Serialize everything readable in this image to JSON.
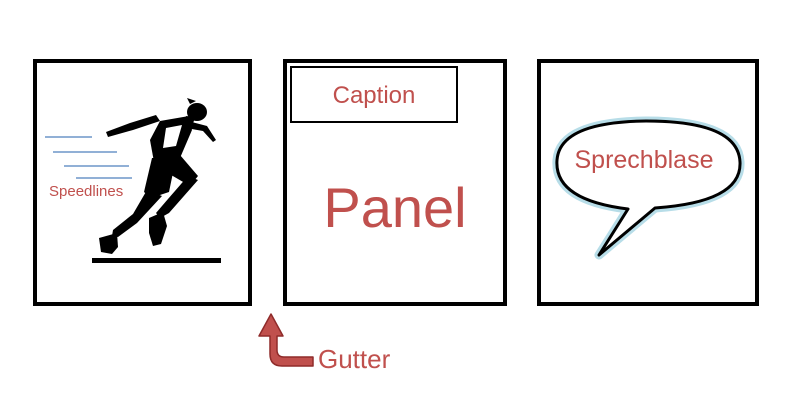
{
  "labels": {
    "speedlines": "Speedlines",
    "caption": "Caption",
    "panel": "Panel",
    "speech_bubble": "Sprechblase",
    "gutter": "Gutter"
  },
  "colors": {
    "label_red": "#c0504d",
    "gutter_arrow": "#c0504d",
    "speed_line": "#4f81bd",
    "bubble_outline": "#000000",
    "bubble_glow": "#b7dde8",
    "frame": "#000000"
  },
  "icons": {
    "runner": "sprinter-silhouette-icon",
    "gutter_arrow": "curved-up-arrow-icon"
  }
}
